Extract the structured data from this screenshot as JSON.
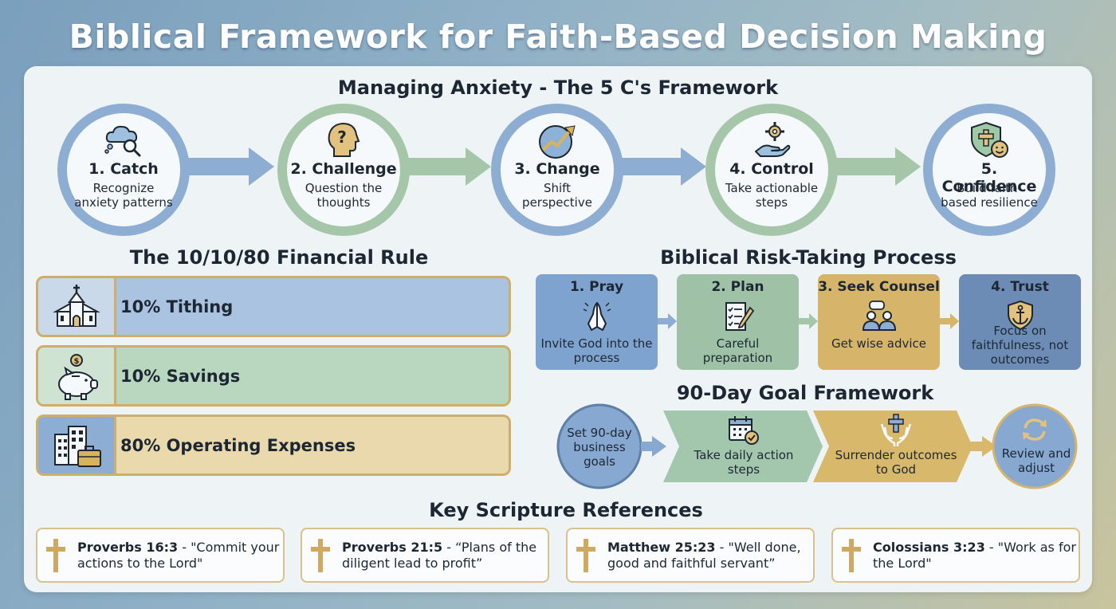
{
  "title": "Biblical Framework for Faith-Based Decision Making",
  "five_cs": {
    "title": "Managing Anxiety - The 5 C's Framework",
    "steps": [
      {
        "title": "1. Catch",
        "desc": "Recognize anxiety patterns",
        "icon": "thought-cloud-magnifier-icon",
        "color": "#8eadd3"
      },
      {
        "title": "2. Challenge",
        "desc": "Question the thoughts",
        "icon": "head-question-icon",
        "color": "#a6c6a9"
      },
      {
        "title": "3. Change",
        "desc": "Shift perspective",
        "icon": "trend-arrow-icon",
        "color": "#8eadd3"
      },
      {
        "title": "4. Control",
        "desc": "Take actionable steps",
        "icon": "hand-gear-icon",
        "color": "#a6c6a9"
      },
      {
        "title": "5. Confidence",
        "desc": "Build faith-based resilience",
        "icon": "shield-cross-smile-icon",
        "color": "#8eadd3"
      }
    ]
  },
  "financial": {
    "title": "The 10/10/80 Financial Rule",
    "rows": [
      {
        "label": "10% Tithing",
        "icon": "church-icon",
        "color": "#a9c3e0"
      },
      {
        "label": "10% Savings",
        "icon": "piggy-bank-icon",
        "color": "#b9d7bf"
      },
      {
        "label": "80% Operating Expenses",
        "icon": "office-briefcase-icon",
        "color": "#e9d9ac"
      }
    ]
  },
  "risk": {
    "title": "Biblical Risk-Taking Process",
    "steps": [
      {
        "title": "1. Pray",
        "desc": "Invite God into the process",
        "icon": "praying-hands-icon",
        "color": "#7fa3cf"
      },
      {
        "title": "2. Plan",
        "desc": "Careful preparation",
        "icon": "checklist-pen-icon",
        "color": "#9fc2a6"
      },
      {
        "title": "3. Seek Counsel",
        "desc": "Get wise advice",
        "icon": "two-people-icon",
        "color": "#d6b46a"
      },
      {
        "title": "4. Trust",
        "desc": "Focus on faithfulness, not outcomes",
        "icon": "anchor-icon",
        "color": "#6c8cb5"
      }
    ]
  },
  "goal": {
    "title": "90-Day Goal Framework",
    "steps": [
      {
        "text": "Set 90-day business goals",
        "icon": "",
        "color": "#87a8d0"
      },
      {
        "text": "Take daily action steps",
        "icon": "calendar-check-icon",
        "color": "#a3c7ac"
      },
      {
        "text": "Surrender outcomes to God",
        "icon": "hands-cross-icon",
        "color": "#d8b86a"
      },
      {
        "text": "Review and adjust",
        "icon": "cycle-arrows-icon",
        "color": "#87a8d0"
      }
    ]
  },
  "scripture": {
    "title": "Key Scripture References",
    "refs": [
      {
        "ref": "Proverbs 16:3",
        "quote": " - \"Commit your actions to the Lord\""
      },
      {
        "ref": "Proverbs 21:5",
        "quote": " - “Plans of the diligent lead to profit”"
      },
      {
        "ref": "Matthew 25:23",
        "quote": " - \"Well done, good and faithful servant”"
      },
      {
        "ref": "Colossians 3:23",
        "quote": " - \"Work as for the Lord\""
      }
    ]
  }
}
